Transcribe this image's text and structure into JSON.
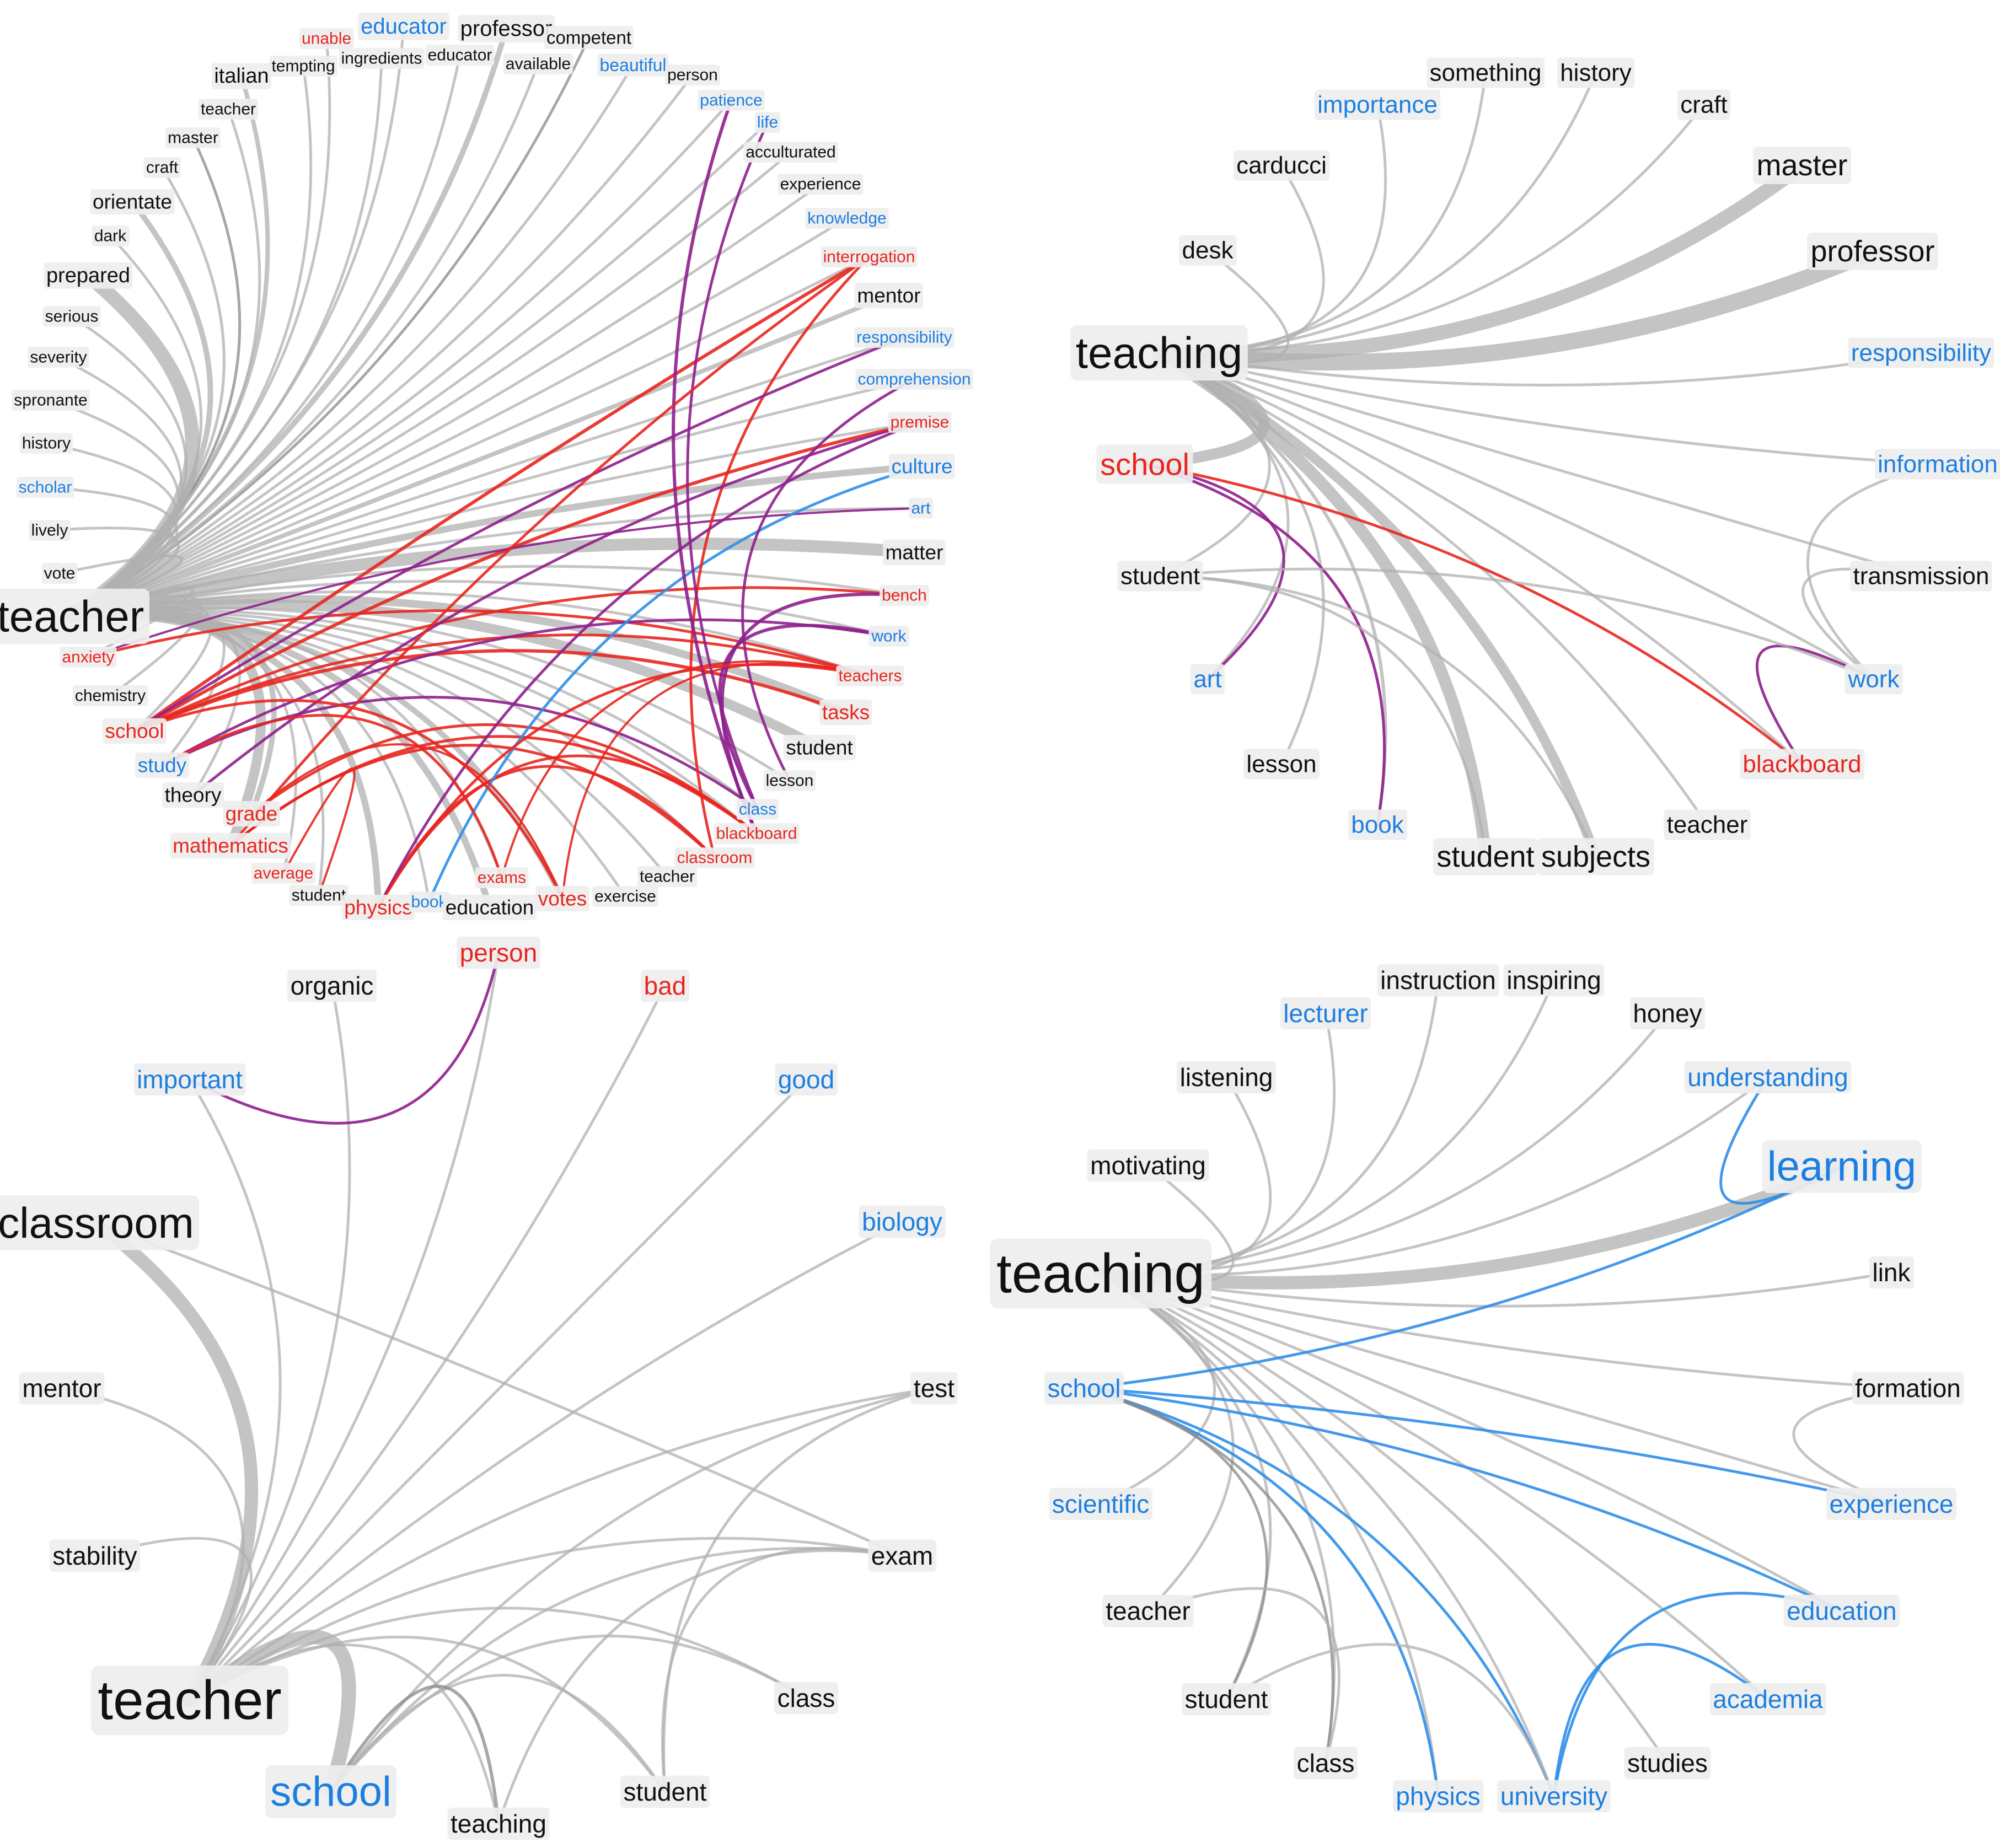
{
  "colors": {
    "edge_neutral": "#b0b0b0",
    "edge_dark": "#8a8a8a",
    "edge_red": "#e8261f",
    "edge_purple": "#8e1f8c",
    "edge_blue": "#2f8ee8",
    "label_red": "#e8261f",
    "label_blue": "#1c7fe0",
    "label_black": "#111111",
    "label_bg": "#eeeeee"
  },
  "networks": [
    {
      "id": "top-left",
      "hub": {
        "label": "teacher",
        "color": "black"
      },
      "nodes": [
        {
          "label": "unable",
          "color": "red"
        },
        {
          "label": "educator",
          "color": "blue"
        },
        {
          "label": "professor",
          "color": "black"
        },
        {
          "label": "competent",
          "color": "black"
        },
        {
          "label": "italian",
          "color": "black"
        },
        {
          "label": "tempting",
          "color": "black"
        },
        {
          "label": "ingredients",
          "color": "black"
        },
        {
          "label": "educator",
          "color": "black"
        },
        {
          "label": "available",
          "color": "black"
        },
        {
          "label": "beautiful",
          "color": "blue"
        },
        {
          "label": "person",
          "color": "black"
        },
        {
          "label": "teacher",
          "color": "black"
        },
        {
          "label": "patience",
          "color": "blue"
        },
        {
          "label": "master",
          "color": "black"
        },
        {
          "label": "life",
          "color": "blue"
        },
        {
          "label": "acculturated",
          "color": "black"
        },
        {
          "label": "craft",
          "color": "black"
        },
        {
          "label": "experience",
          "color": "black"
        },
        {
          "label": "orientate",
          "color": "black"
        },
        {
          "label": "knowledge",
          "color": "blue"
        },
        {
          "label": "dark",
          "color": "black"
        },
        {
          "label": "interrogation",
          "color": "red"
        },
        {
          "label": "prepared",
          "color": "black"
        },
        {
          "label": "mentor",
          "color": "black"
        },
        {
          "label": "serious",
          "color": "black"
        },
        {
          "label": "responsibility",
          "color": "blue"
        },
        {
          "label": "severity",
          "color": "black"
        },
        {
          "label": "comprehension",
          "color": "blue"
        },
        {
          "label": "spronante",
          "color": "black"
        },
        {
          "label": "premise",
          "color": "red"
        },
        {
          "label": "history",
          "color": "black"
        },
        {
          "label": "culture",
          "color": "blue"
        },
        {
          "label": "scholar",
          "color": "blue"
        },
        {
          "label": "art",
          "color": "blue"
        },
        {
          "label": "lively",
          "color": "black"
        },
        {
          "label": "matter",
          "color": "black"
        },
        {
          "label": "vote",
          "color": "black"
        },
        {
          "label": "bench",
          "color": "red"
        },
        {
          "label": "work",
          "color": "blue"
        },
        {
          "label": "anxiety",
          "color": "red"
        },
        {
          "label": "teachers",
          "color": "red"
        },
        {
          "label": "chemistry",
          "color": "black"
        },
        {
          "label": "tasks",
          "color": "red"
        },
        {
          "label": "school",
          "color": "red"
        },
        {
          "label": "student",
          "color": "black"
        },
        {
          "label": "study",
          "color": "blue"
        },
        {
          "label": "lesson",
          "color": "black"
        },
        {
          "label": "theory",
          "color": "black"
        },
        {
          "label": "class",
          "color": "blue"
        },
        {
          "label": "grade",
          "color": "red"
        },
        {
          "label": "blackboard",
          "color": "red"
        },
        {
          "label": "mathematics",
          "color": "red"
        },
        {
          "label": "classroom",
          "color": "red"
        },
        {
          "label": "average",
          "color": "red"
        },
        {
          "label": "teacher",
          "color": "black"
        },
        {
          "label": "exams",
          "color": "red"
        },
        {
          "label": "student",
          "color": "black"
        },
        {
          "label": "exercise",
          "color": "black"
        },
        {
          "label": "physics",
          "color": "red"
        },
        {
          "label": "book",
          "color": "blue"
        },
        {
          "label": "education",
          "color": "black"
        },
        {
          "label": "votes",
          "color": "red"
        }
      ]
    },
    {
      "id": "top-right",
      "hub": {
        "label": "teaching",
        "color": "black"
      },
      "nodes": [
        {
          "label": "something",
          "color": "black"
        },
        {
          "label": "history",
          "color": "black"
        },
        {
          "label": "importance",
          "color": "blue"
        },
        {
          "label": "craft",
          "color": "black"
        },
        {
          "label": "carducci",
          "color": "black"
        },
        {
          "label": "master",
          "color": "black"
        },
        {
          "label": "desk",
          "color": "black"
        },
        {
          "label": "professor",
          "color": "black"
        },
        {
          "label": "responsibility",
          "color": "blue"
        },
        {
          "label": "school",
          "color": "red"
        },
        {
          "label": "information",
          "color": "blue"
        },
        {
          "label": "student",
          "color": "black"
        },
        {
          "label": "transmission",
          "color": "black"
        },
        {
          "label": "art",
          "color": "blue"
        },
        {
          "label": "work",
          "color": "blue"
        },
        {
          "label": "lesson",
          "color": "black"
        },
        {
          "label": "blackboard",
          "color": "red"
        },
        {
          "label": "book",
          "color": "blue"
        },
        {
          "label": "teacher",
          "color": "black"
        },
        {
          "label": "student",
          "color": "black"
        },
        {
          "label": "subjects",
          "color": "black"
        }
      ]
    },
    {
      "id": "bottom-left",
      "hub": {
        "label": "teacher",
        "color": "black"
      },
      "nodes": [
        {
          "label": "person",
          "color": "red"
        },
        {
          "label": "organic",
          "color": "black"
        },
        {
          "label": "bad",
          "color": "red"
        },
        {
          "label": "important",
          "color": "blue"
        },
        {
          "label": "good",
          "color": "blue"
        },
        {
          "label": "classroom",
          "color": "black"
        },
        {
          "label": "biology",
          "color": "blue"
        },
        {
          "label": "mentor",
          "color": "black"
        },
        {
          "label": "test",
          "color": "black"
        },
        {
          "label": "stability",
          "color": "black"
        },
        {
          "label": "exam",
          "color": "black"
        },
        {
          "label": "class",
          "color": "black"
        },
        {
          "label": "school",
          "color": "blue"
        },
        {
          "label": "student",
          "color": "black"
        },
        {
          "label": "teaching",
          "color": "black"
        }
      ]
    },
    {
      "id": "bottom-right",
      "hub": {
        "label": "teaching",
        "color": "black"
      },
      "nodes": [
        {
          "label": "instruction",
          "color": "black"
        },
        {
          "label": "inspiring",
          "color": "black"
        },
        {
          "label": "lecturer",
          "color": "blue"
        },
        {
          "label": "honey",
          "color": "black"
        },
        {
          "label": "listening",
          "color": "black"
        },
        {
          "label": "understanding",
          "color": "blue"
        },
        {
          "label": "motivating",
          "color": "black"
        },
        {
          "label": "learning",
          "color": "blue"
        },
        {
          "label": "link",
          "color": "black"
        },
        {
          "label": "school",
          "color": "blue"
        },
        {
          "label": "formation",
          "color": "black"
        },
        {
          "label": "scientific",
          "color": "blue"
        },
        {
          "label": "experience",
          "color": "blue"
        },
        {
          "label": "teacher",
          "color": "black"
        },
        {
          "label": "education",
          "color": "blue"
        },
        {
          "label": "student",
          "color": "black"
        },
        {
          "label": "academia",
          "color": "blue"
        },
        {
          "label": "class",
          "color": "black"
        },
        {
          "label": "studies",
          "color": "black"
        },
        {
          "label": "physics",
          "color": "blue"
        },
        {
          "label": "university",
          "color": "blue"
        }
      ]
    }
  ]
}
